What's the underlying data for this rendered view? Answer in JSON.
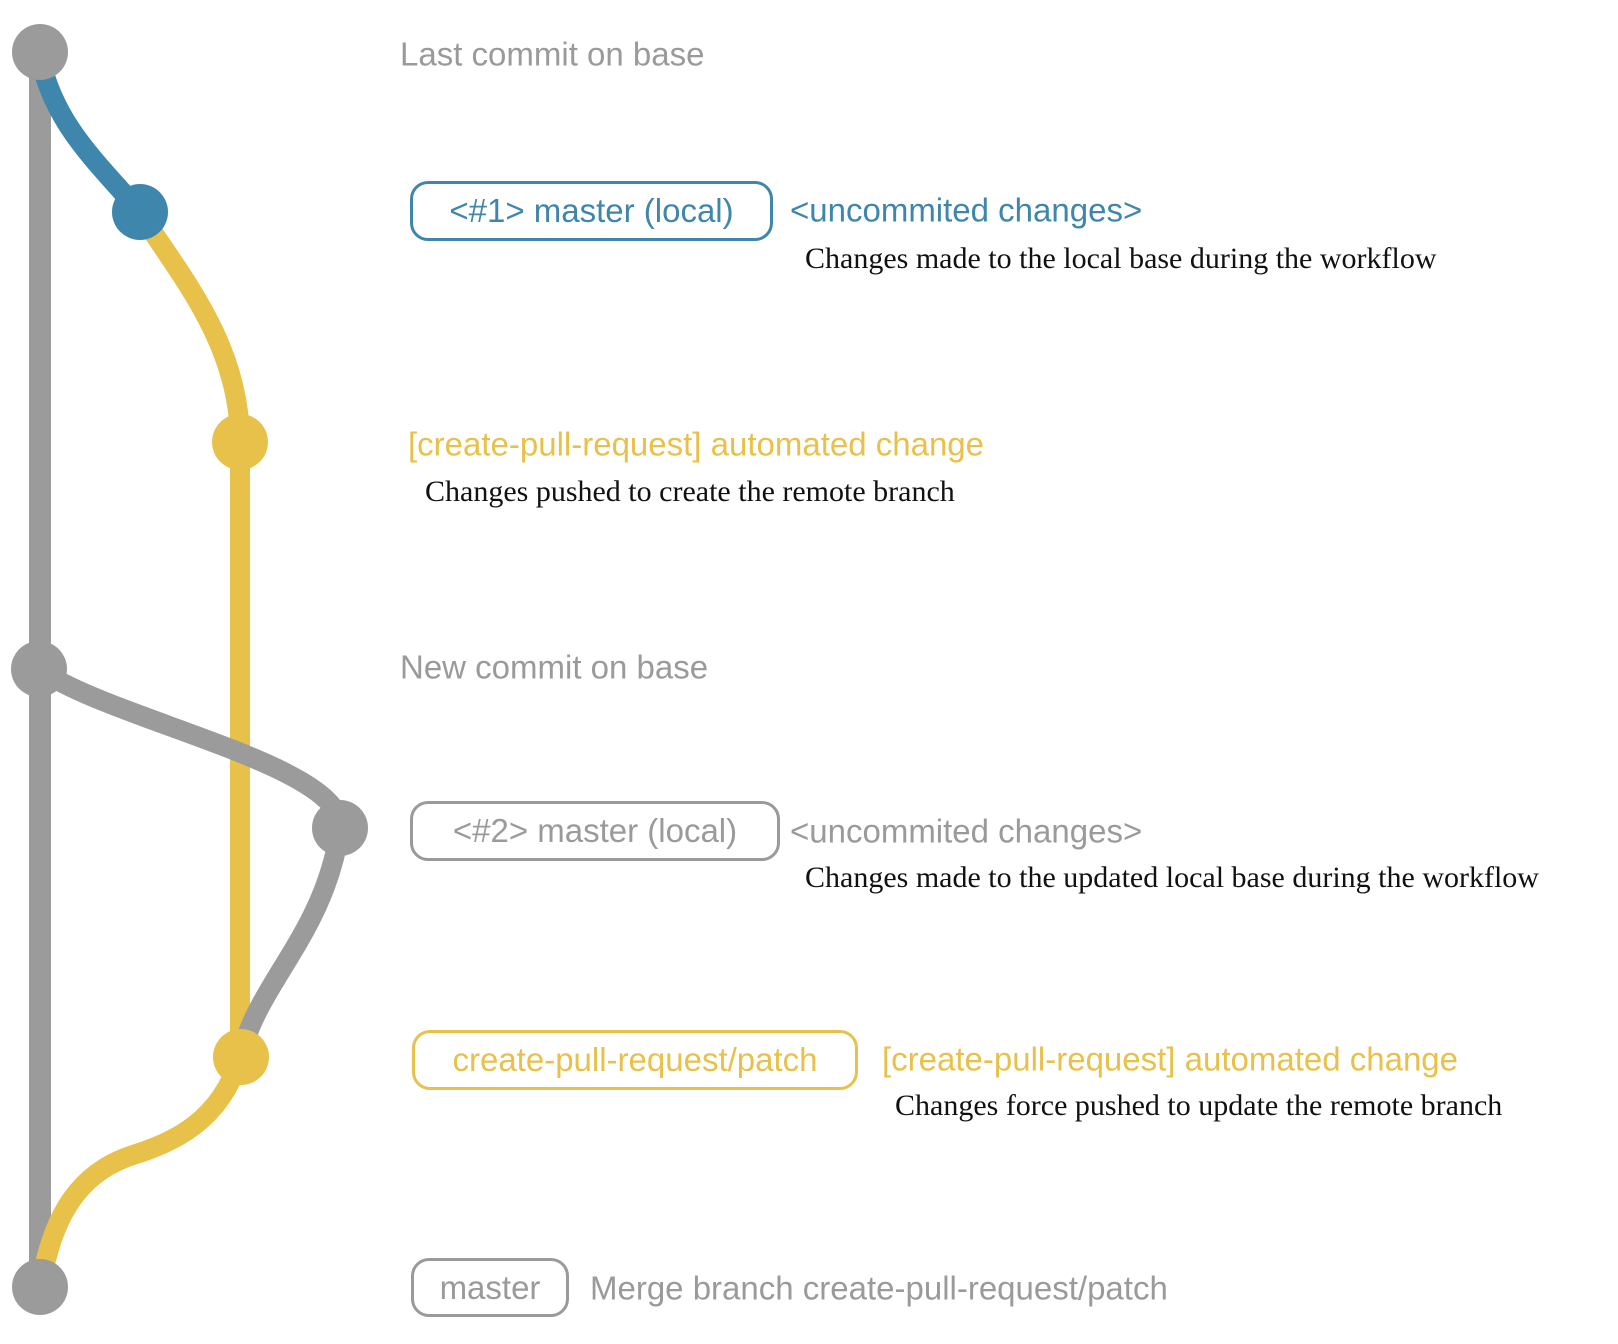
{
  "colors": {
    "base_gray": "#9b9b9b",
    "local_blue": "#3e86ac",
    "patch_yellow": "#e8c14a",
    "note_ink": "#111111",
    "background": "#ffffff"
  },
  "rows": {
    "last_commit": {
      "label": "Last commit on base"
    },
    "local1": {
      "badge": "<#1> master (local)",
      "status": "<uncommited changes>",
      "note": "Changes made to the local base during the workflow"
    },
    "push1": {
      "message": "[create-pull-request] automated change",
      "note": "Changes pushed to create the remote branch"
    },
    "new_commit": {
      "label": "New commit on base"
    },
    "local2": {
      "badge": "<#2> master (local)",
      "status": "<uncommited changes>",
      "note": "Changes made to the updated local base during the workflow"
    },
    "push2": {
      "badge": "create-pull-request/patch",
      "message": "[create-pull-request] automated change",
      "note": "Changes force pushed to update the remote branch"
    },
    "merge": {
      "badge": "master",
      "label": "Merge branch create-pull-request/patch"
    }
  }
}
